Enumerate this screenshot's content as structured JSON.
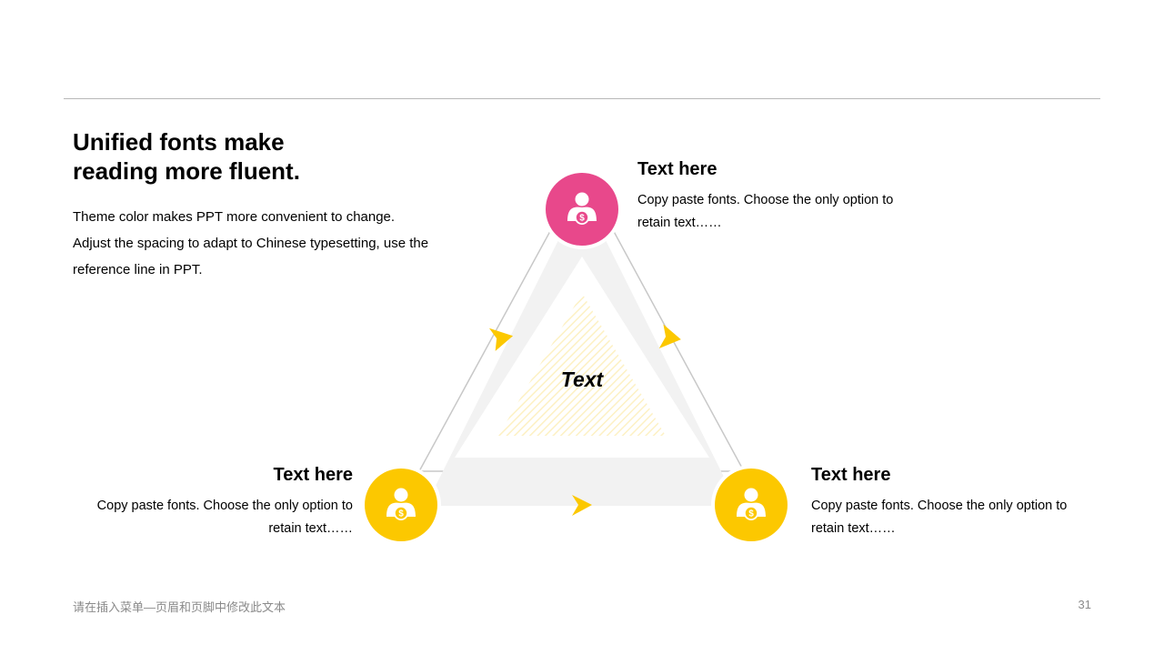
{
  "headline": {
    "line1": "Unified fonts make",
    "line2": "reading more fluent."
  },
  "body": {
    "line1": "Theme color makes PPT more convenient to change.",
    "line2": "Adjust the spacing to adapt to Chinese typesetting, use the",
    "line3": "reference line in PPT."
  },
  "diagram": {
    "center_label": "Text",
    "colors": {
      "pink": "#e8488b",
      "yellow": "#fcc800",
      "band": "#f2f2f2",
      "outline": "#c8c8c8",
      "hatch": "#fdf1c4"
    },
    "icon": "person-money-icon",
    "nodes": {
      "top": {
        "title": "Text here",
        "desc1": "Copy paste fonts. Choose the only option to",
        "desc2": "retain text……"
      },
      "left": {
        "title": "Text here",
        "desc1": "Copy paste fonts. Choose the only option to",
        "desc2": "retain text……"
      },
      "right": {
        "title": "Text here",
        "desc1": "Copy paste fonts. Choose the only option to",
        "desc2": "retain text……"
      }
    }
  },
  "footer": {
    "text": "请在插入菜单—页眉和页脚中修改此文本",
    "page_number": "31"
  }
}
